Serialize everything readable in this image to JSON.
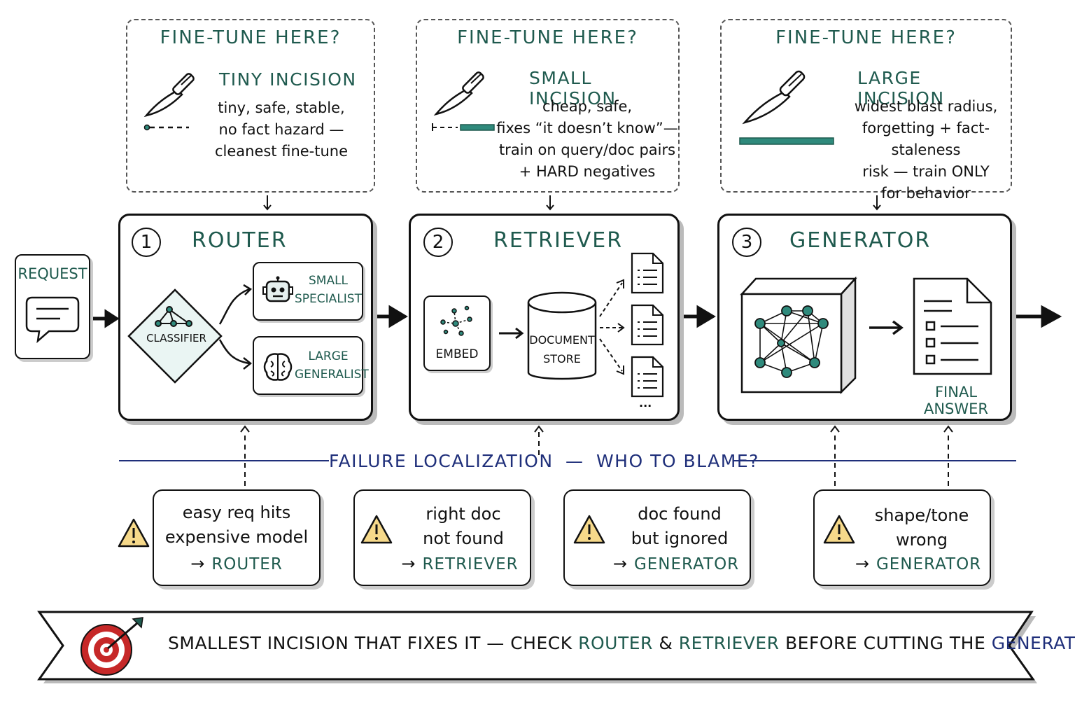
{
  "colors": {
    "accent_green": "#1f5a4e",
    "accent_blue": "#1f2f7a",
    "scalpel_teal": "#2f8a7c",
    "warning_yellow": "#f6d98a",
    "target_red": "#c62828"
  },
  "finetune": [
    {
      "heading": "FINE-TUNE HERE?",
      "incision": "TINY INCISION",
      "lines": [
        "tiny, safe, stable,",
        "no fact hazard —",
        "cleanest fine-tune"
      ]
    },
    {
      "heading": "FINE-TUNE HERE?",
      "incision": "SMALL INCISION",
      "lines": [
        "cheap, safe,",
        "fixes “it doesn’t know”—",
        "train on query/doc pairs",
        "+ HARD negatives"
      ]
    },
    {
      "heading": "FINE-TUNE HERE?",
      "incision": "LARGE INCISION",
      "lines": [
        "widest blast radius,",
        "forgetting + fact-staleness",
        "risk — train ONLY",
        "for behavior"
      ]
    }
  ],
  "request": {
    "label": "REQUEST"
  },
  "stages": [
    {
      "number": "1",
      "title": "ROUTER",
      "classifier": "CLASSIFIER",
      "small_1": "SMALL",
      "small_2": "SPECIALIST",
      "large_1": "LARGE",
      "large_2": "GENERALIST"
    },
    {
      "number": "2",
      "title": "RETRIEVER",
      "embed": "EMBED",
      "store_1": "DOCUMENT",
      "store_2": "STORE",
      "more": "..."
    },
    {
      "number": "3",
      "title": "GENERATOR",
      "final": "FINAL ANSWER"
    }
  ],
  "failure_heading": {
    "left": "FAILURE LOCALIZATION",
    "dash": "—",
    "right": "WHO TO BLAME?"
  },
  "failures": [
    {
      "lines": [
        "easy req hits",
        "expensive model"
      ],
      "arrow": "→",
      "blame": "ROUTER"
    },
    {
      "lines": [
        "right doc",
        "not found"
      ],
      "arrow": "→",
      "blame": "RETRIEVER"
    },
    {
      "lines": [
        "doc found",
        "but ignored"
      ],
      "arrow": "→",
      "blame": "GENERATOR"
    },
    {
      "lines": [
        "shape/tone",
        "wrong"
      ],
      "arrow": "→",
      "blame": "GENERATOR"
    }
  ],
  "banner": {
    "part1": "SMALLEST INCISION THAT FIXES IT — CHECK",
    "router": "ROUTER",
    "amp": "&",
    "retriever": "RETRIEVER",
    "part2": "BEFORE CUTTING THE",
    "generator": "GENERATOR"
  }
}
